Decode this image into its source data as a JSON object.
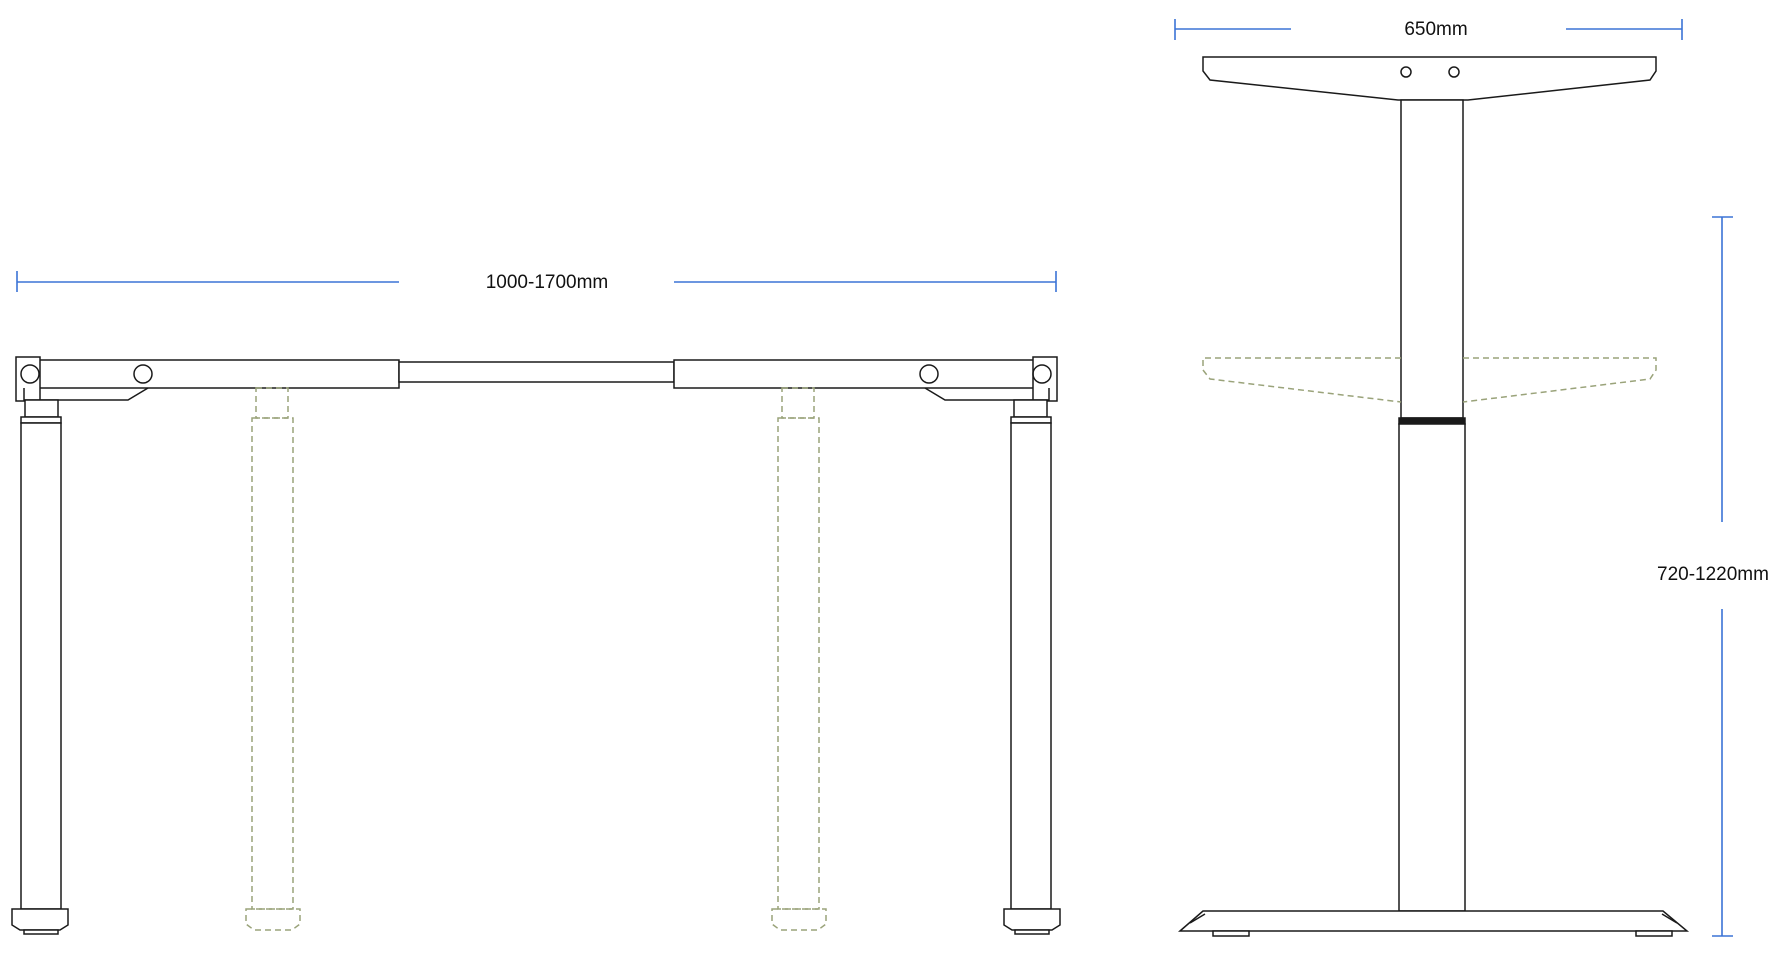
{
  "dimensions": {
    "width_label": "1000-1700mm",
    "depth_label": "650mm",
    "height_label": "720-1220mm"
  },
  "colors": {
    "line": "#1a1a1a",
    "dimension": "#3b73d6",
    "ghost": "#9aa37a",
    "background": "#ffffff"
  }
}
